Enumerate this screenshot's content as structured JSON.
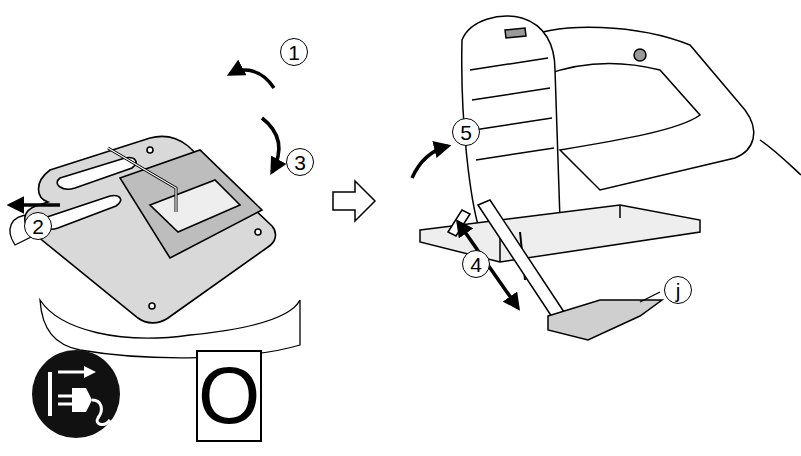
{
  "diagram": {
    "labels": [
      "1",
      "2",
      "3",
      "4",
      "5",
      "j",
      "O"
    ]
  }
}
